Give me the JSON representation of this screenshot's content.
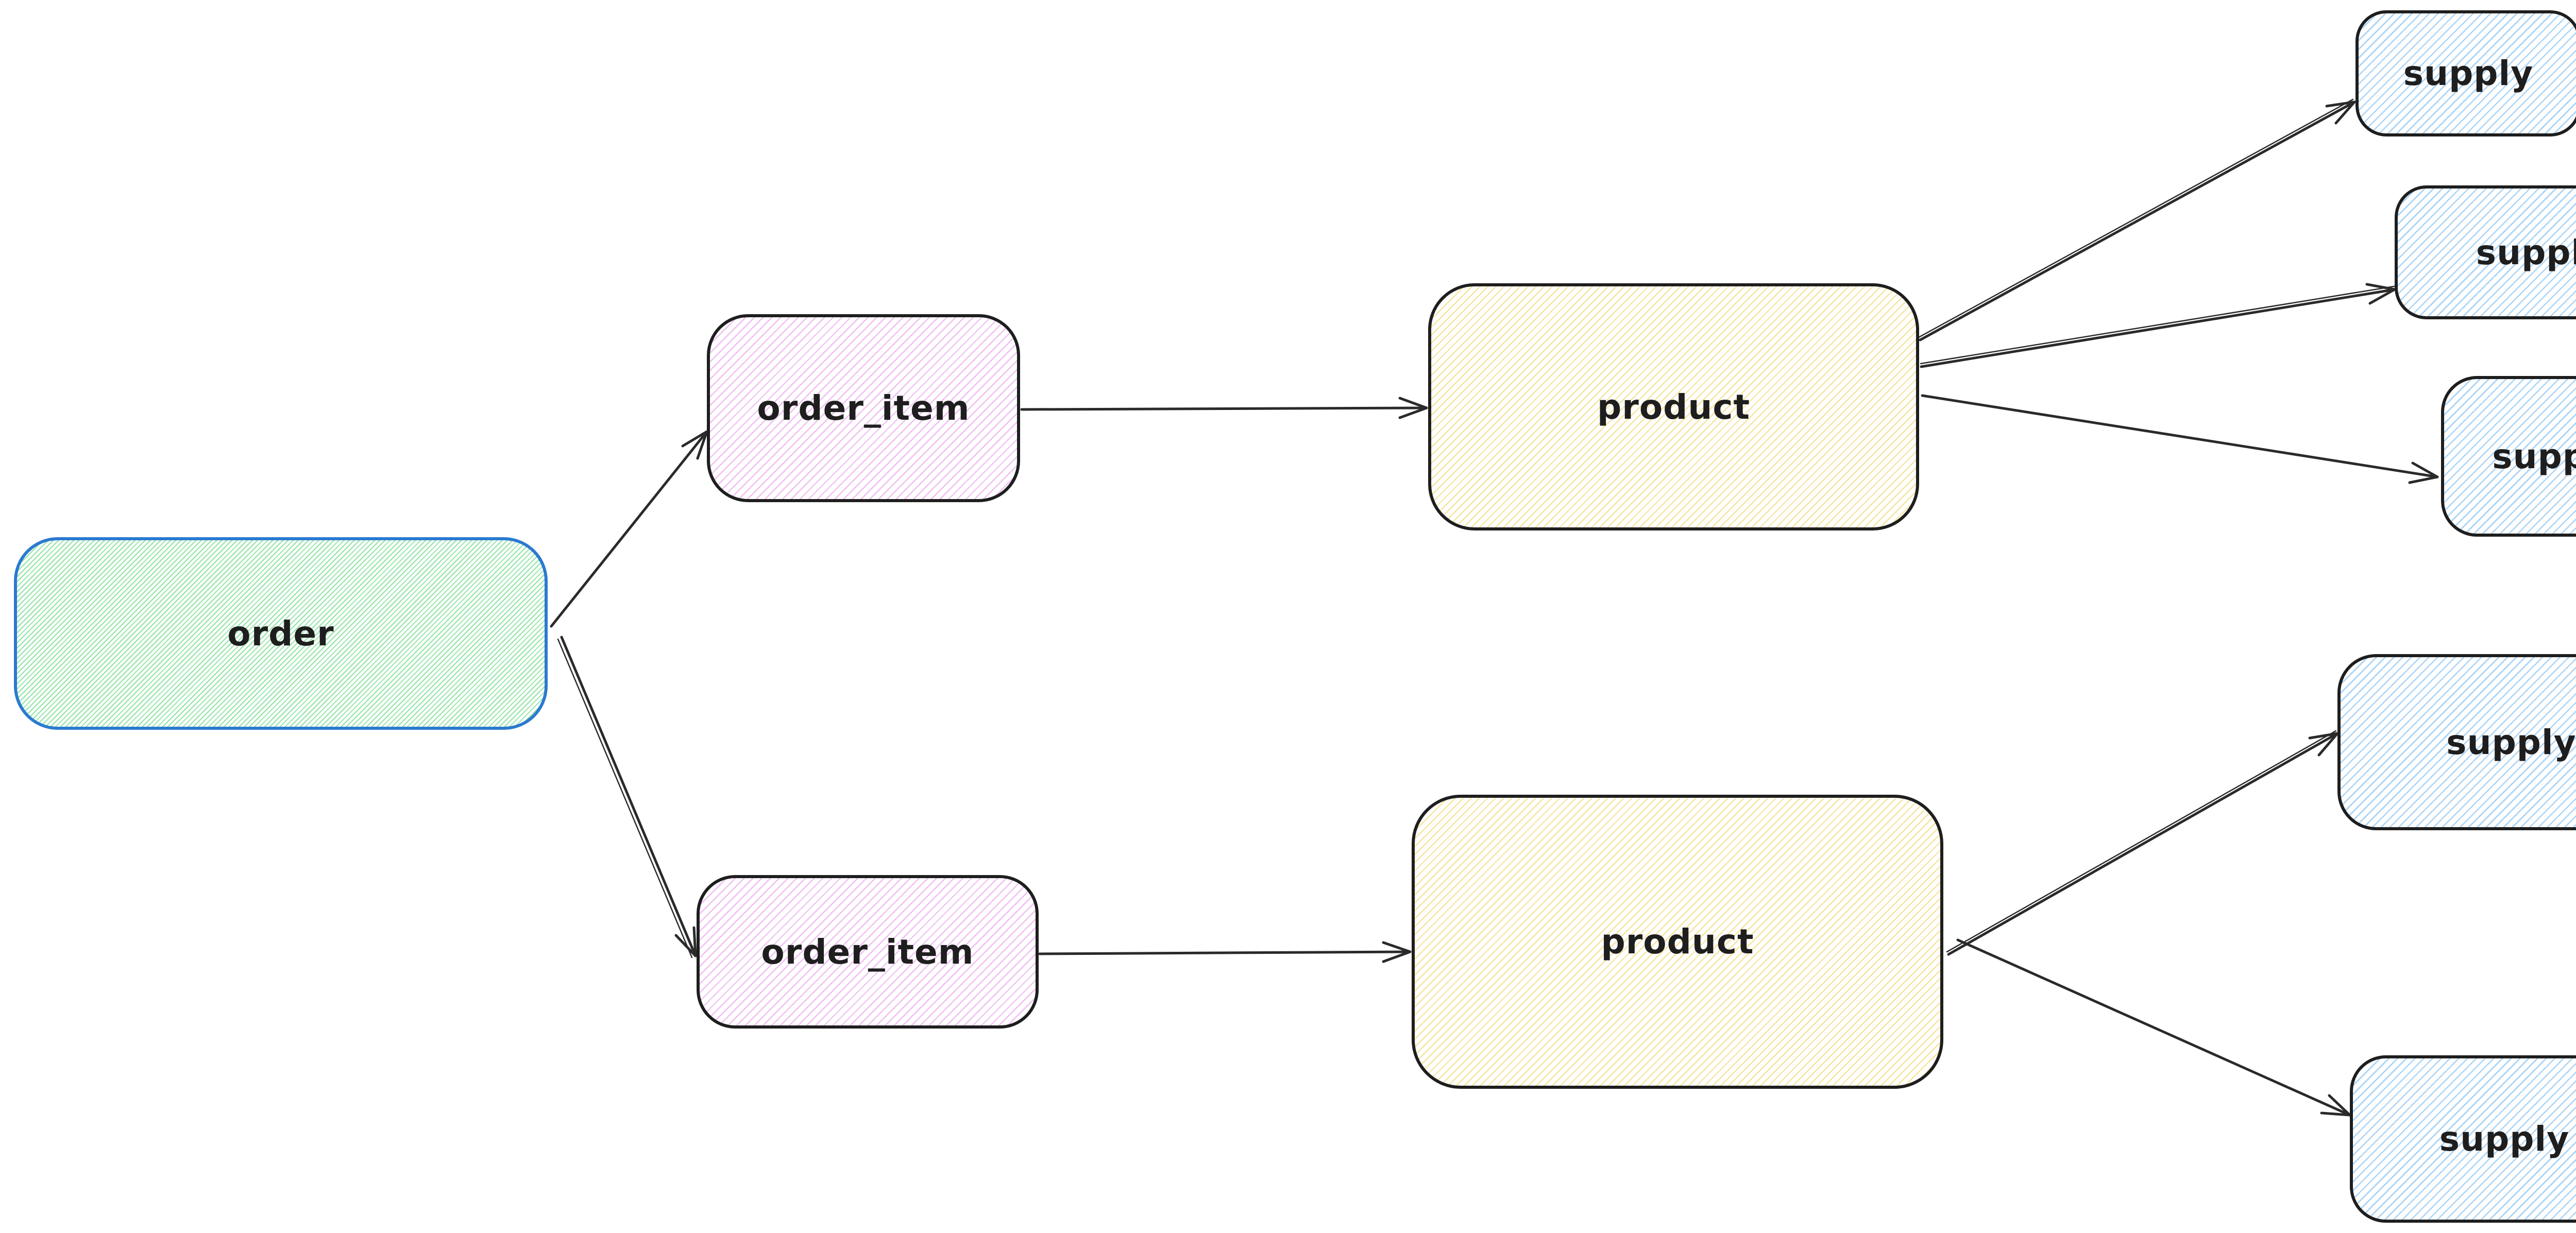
{
  "nodes": {
    "order": {
      "label": "order"
    },
    "order_item_top": {
      "label": "order_item"
    },
    "order_item_bottom": {
      "label": "order_item"
    },
    "product_top": {
      "label": "product"
    },
    "product_bottom": {
      "label": "product"
    },
    "supply_1": {
      "label": "supply"
    },
    "supply_2": {
      "label": "supply"
    },
    "supply_3": {
      "label": "supply"
    },
    "supply_4": {
      "label": "supply"
    },
    "supply_5": {
      "label": "supply"
    }
  },
  "colors": {
    "canvas_bg": "#ffffff",
    "order_border": "#2b7ad0",
    "dark_border": "#1e1e1e",
    "arrow": "#2a2a2a",
    "green_hatch": "#8fe3a4",
    "pink_hatch": "#f0bef3",
    "yellow_hatch": "#f6e49e",
    "blue_hatch": "#abd4f5"
  }
}
